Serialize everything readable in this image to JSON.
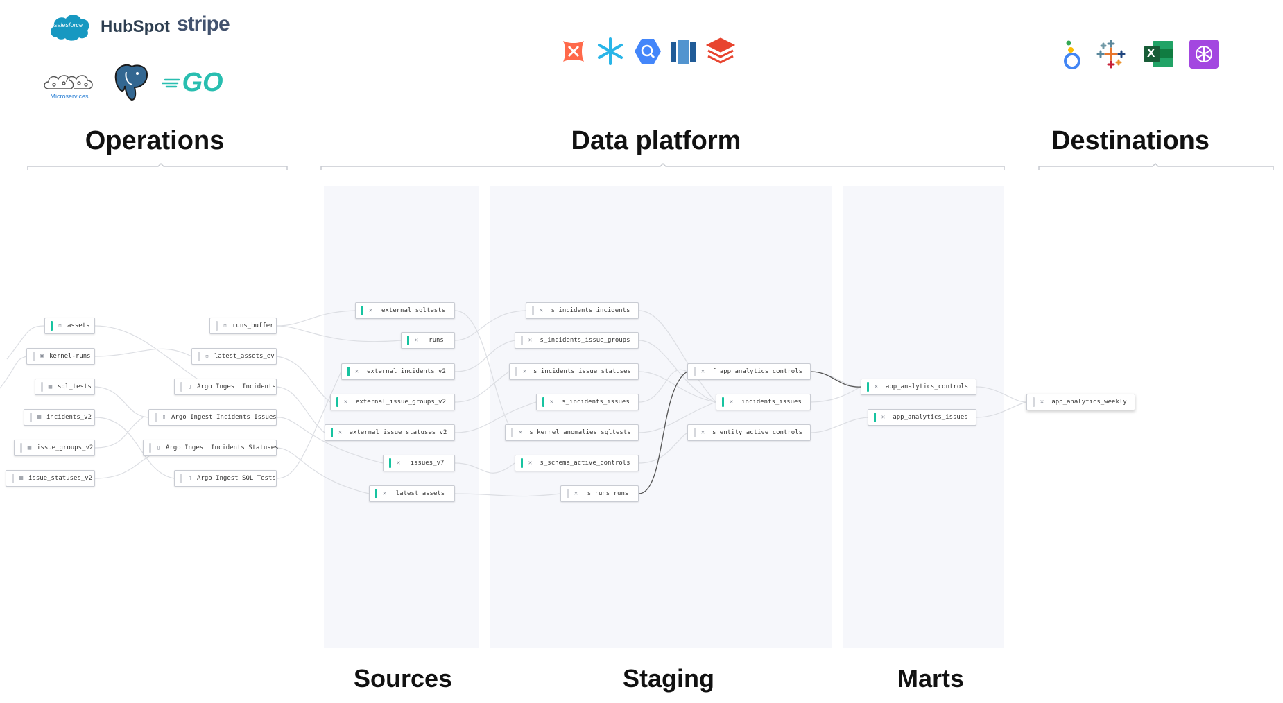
{
  "sections": {
    "operations": "Operations",
    "data_platform": "Data platform",
    "destinations": "Destinations"
  },
  "columns": {
    "sources": "Sources",
    "staging": "Staging",
    "marts": "Marts"
  },
  "logos": {
    "salesforce": "salesforce",
    "hubspot": "HubSpot",
    "stripe": "stripe",
    "microservices": "Microservices",
    "go": "GO",
    "excel_letter": "X"
  },
  "nodes": {
    "ops1": [
      "assets",
      "kernel-runs",
      "sql_tests",
      "incidents_v2",
      "issue_groups_v2",
      "issue_statuses_v2"
    ],
    "ops2": [
      "runs_buffer",
      "latest_assets_ev",
      "Argo Ingest Incidents",
      "Argo Ingest Incidents Issues",
      "Argo Ingest Incidents Statuses",
      "Argo Ingest SQL Tests"
    ],
    "sources": [
      "external_sqltests",
      "runs",
      "external_incidents_v2",
      "external_issue_groups_v2",
      "external_issue_statuses_v2",
      "issues_v7",
      "latest_assets"
    ],
    "staging": [
      "s_incidents_incidents",
      "s_incidents_issue_groups",
      "s_incidents_issue_statuses",
      "s_incidents_issues",
      "s_kernel_anomalies_sqltests",
      "s_schema_active_controls",
      "s_runs_runs"
    ],
    "intermediate": [
      "f_app_analytics_controls",
      "incidents_issues",
      "s_entity_active_controls"
    ],
    "marts": [
      "app_analytics_controls",
      "app_analytics_issues"
    ],
    "destinations": [
      "app_analytics_weekly"
    ]
  },
  "colors": {
    "accent_bar": "#17c3a0",
    "column_bg": "#f6f7fb",
    "edge": "#d9dbe0",
    "salesforce": "#1798c1",
    "stripe": "#42526e",
    "go": "#29beb0",
    "dbt": "#ff694a",
    "snowflake": "#29b5e8",
    "bigquery": "#4386fa",
    "redshift": "#205b97",
    "databricks": "#e8442f",
    "excel": "#1d6f42",
    "openai": "#a347e0"
  },
  "icons": [
    "salesforce-logo",
    "hubspot-logo",
    "stripe-logo",
    "microservices-logo",
    "postgres-elephant-logo",
    "go-logo",
    "dbt-logo",
    "snowflake-logo",
    "bigquery-logo",
    "redshift-logo",
    "databricks-logo",
    "looker-logo",
    "tableau-logo",
    "excel-logo",
    "openai-logo"
  ]
}
